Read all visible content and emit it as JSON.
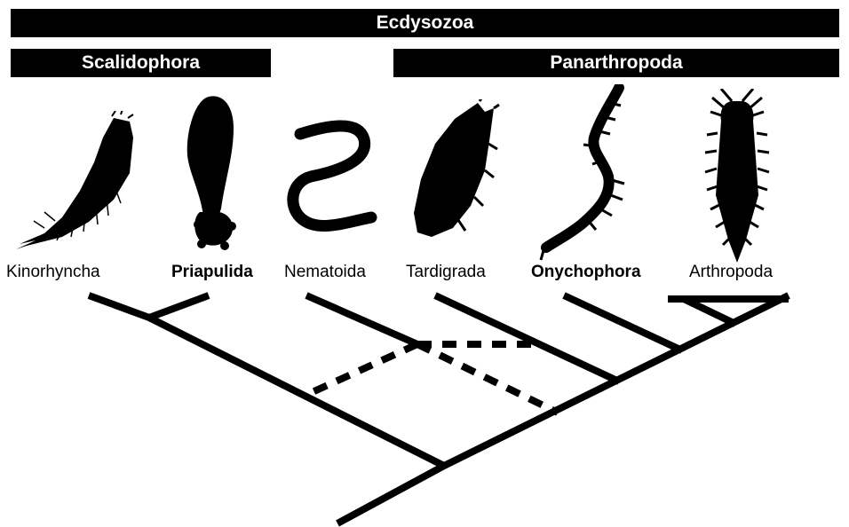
{
  "clades": {
    "ecdysozoa": "Ecdysozoa",
    "scalidophora": "Scalidophora",
    "panarthropoda": "Panarthropoda"
  },
  "taxa": [
    {
      "label": "Kinorhyncha",
      "bold": false
    },
    {
      "label": "Priapulida",
      "bold": true
    },
    {
      "label": "Nematoida",
      "bold": false
    },
    {
      "label": "Tardigrada",
      "bold": false
    },
    {
      "label": "Onychophora",
      "bold": true
    },
    {
      "label": "Arthropoda",
      "bold": false
    }
  ],
  "colors": {
    "ink": "#000000",
    "background": "#ffffff"
  }
}
